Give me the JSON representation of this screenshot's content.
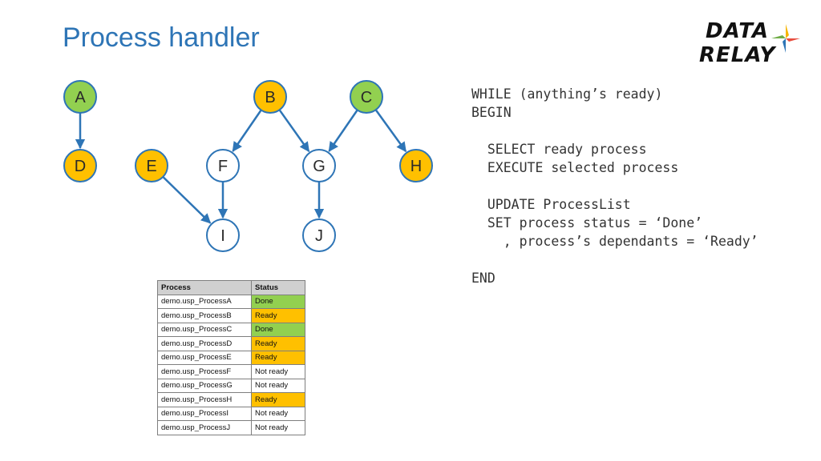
{
  "title": "Process handler",
  "logo": {
    "line1": "DATA",
    "line2": "RELAY"
  },
  "colors": {
    "done": "#92d050",
    "ready": "#ffc000",
    "not_ready": "#ffffff",
    "edge": "#2e75b6",
    "title": "#2e75b6"
  },
  "graph": {
    "nodes": [
      {
        "id": "A",
        "label": "A",
        "status": "done"
      },
      {
        "id": "B",
        "label": "B",
        "status": "ready"
      },
      {
        "id": "C",
        "label": "C",
        "status": "done"
      },
      {
        "id": "D",
        "label": "D",
        "status": "ready"
      },
      {
        "id": "E",
        "label": "E",
        "status": "ready"
      },
      {
        "id": "F",
        "label": "F",
        "status": "not_ready"
      },
      {
        "id": "G",
        "label": "G",
        "status": "not_ready"
      },
      {
        "id": "H",
        "label": "H",
        "status": "ready"
      },
      {
        "id": "I",
        "label": "I",
        "status": "not_ready"
      },
      {
        "id": "J",
        "label": "J",
        "status": "not_ready"
      }
    ],
    "edges": [
      {
        "from": "A",
        "to": "D"
      },
      {
        "from": "B",
        "to": "F"
      },
      {
        "from": "B",
        "to": "G"
      },
      {
        "from": "C",
        "to": "G"
      },
      {
        "from": "C",
        "to": "H"
      },
      {
        "from": "E",
        "to": "I"
      },
      {
        "from": "F",
        "to": "I"
      },
      {
        "from": "G",
        "to": "J"
      }
    ]
  },
  "code_lines": [
    "WHILE (anything’s ready)",
    "BEGIN",
    "",
    "  SELECT ready process",
    "  EXECUTE selected process",
    "",
    "  UPDATE ProcessList",
    "  SET process status = ‘Done’",
    "    , process’s dependants = ‘Ready’",
    "",
    "END"
  ],
  "table": {
    "headers": [
      "Process",
      "Status"
    ],
    "rows": [
      {
        "process": "demo.usp_ProcessA",
        "status": "Done",
        "state": "done"
      },
      {
        "process": "demo.usp_ProcessB",
        "status": "Ready",
        "state": "ready"
      },
      {
        "process": "demo.usp_ProcessC",
        "status": "Done",
        "state": "done"
      },
      {
        "process": "demo.usp_ProcessD",
        "status": "Ready",
        "state": "ready"
      },
      {
        "process": "demo.usp_ProcessE",
        "status": "Ready",
        "state": "ready"
      },
      {
        "process": "demo.usp_ProcessF",
        "status": "Not ready",
        "state": "not_ready"
      },
      {
        "process": "demo.usp_ProcessG",
        "status": "Not ready",
        "state": "not_ready"
      },
      {
        "process": "demo.usp_ProcessH",
        "status": "Ready",
        "state": "ready"
      },
      {
        "process": "demo.usp_ProcessI",
        "status": "Not ready",
        "state": "not_ready"
      },
      {
        "process": "demo.usp_ProcessJ",
        "status": "Not ready",
        "state": "not_ready"
      }
    ]
  }
}
